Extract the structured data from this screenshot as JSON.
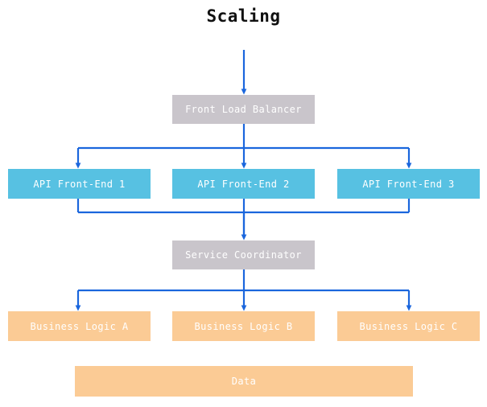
{
  "title": "Scaling",
  "colors": {
    "background": "#ffffff",
    "title_text": "#111111",
    "gray_node": "#c9c5cb",
    "blue_node": "#57c1e2",
    "orange_node": "#fbcb95",
    "node_text": "#ffffff",
    "connector": "#1a66dd"
  },
  "nodes": {
    "front_load_balancer": "Front Load Balancer",
    "api_front_end_1": "API Front-End 1",
    "api_front_end_2": "API Front-End 2",
    "api_front_end_3": "API Front-End 3",
    "service_coordinator": "Service Coordinator",
    "business_logic_a": "Business Logic A",
    "business_logic_b": "Business Logic B",
    "business_logic_c": "Business Logic C",
    "data": "Data"
  },
  "chart_data": {
    "type": "diagram",
    "title": "Scaling",
    "layers": [
      {
        "name": "entry",
        "nodes": [
          {
            "id": "flb",
            "label": "Front Load Balancer",
            "style": "gray"
          }
        ]
      },
      {
        "name": "api-tier",
        "nodes": [
          {
            "id": "api1",
            "label": "API Front-End 1",
            "style": "blue"
          },
          {
            "id": "api2",
            "label": "API Front-End 2",
            "style": "blue"
          },
          {
            "id": "api3",
            "label": "API Front-End 3",
            "style": "blue"
          }
        ]
      },
      {
        "name": "coordination",
        "nodes": [
          {
            "id": "svc",
            "label": "Service Coordinator",
            "style": "gray"
          }
        ]
      },
      {
        "name": "business-tier",
        "nodes": [
          {
            "id": "bl-a",
            "label": "Business Logic A",
            "style": "orange"
          },
          {
            "id": "bl-b",
            "label": "Business Logic B",
            "style": "orange"
          },
          {
            "id": "bl-c",
            "label": "Business Logic C",
            "style": "orange"
          }
        ]
      },
      {
        "name": "storage",
        "nodes": [
          {
            "id": "data",
            "label": "Data",
            "style": "orange"
          }
        ]
      }
    ],
    "edges": [
      {
        "from": "input",
        "to": "flb",
        "arrow": true
      },
      {
        "from": "flb",
        "to": "api1",
        "arrow": true
      },
      {
        "from": "flb",
        "to": "api2",
        "arrow": true
      },
      {
        "from": "flb",
        "to": "api3",
        "arrow": true
      },
      {
        "from": "api1",
        "to": "svc",
        "arrow": true
      },
      {
        "from": "api2",
        "to": "svc",
        "arrow": true
      },
      {
        "from": "api3",
        "to": "svc",
        "arrow": true
      },
      {
        "from": "svc",
        "to": "bl-a",
        "arrow": true
      },
      {
        "from": "svc",
        "to": "bl-b",
        "arrow": true
      },
      {
        "from": "svc",
        "to": "bl-c",
        "arrow": true
      }
    ]
  }
}
